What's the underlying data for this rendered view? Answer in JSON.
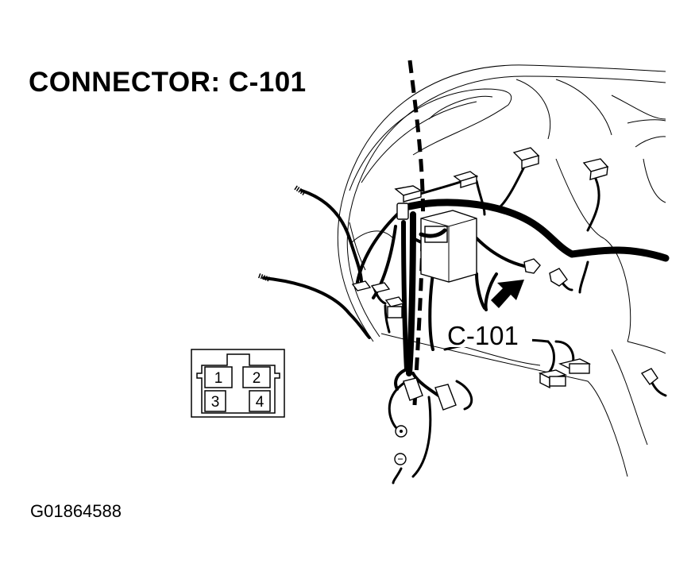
{
  "title": "CONNECTOR: C-101",
  "callout_label": "C-101",
  "figure_id": "G01864588",
  "connector_face": {
    "pins": [
      "1",
      "2",
      "3",
      "4"
    ]
  }
}
